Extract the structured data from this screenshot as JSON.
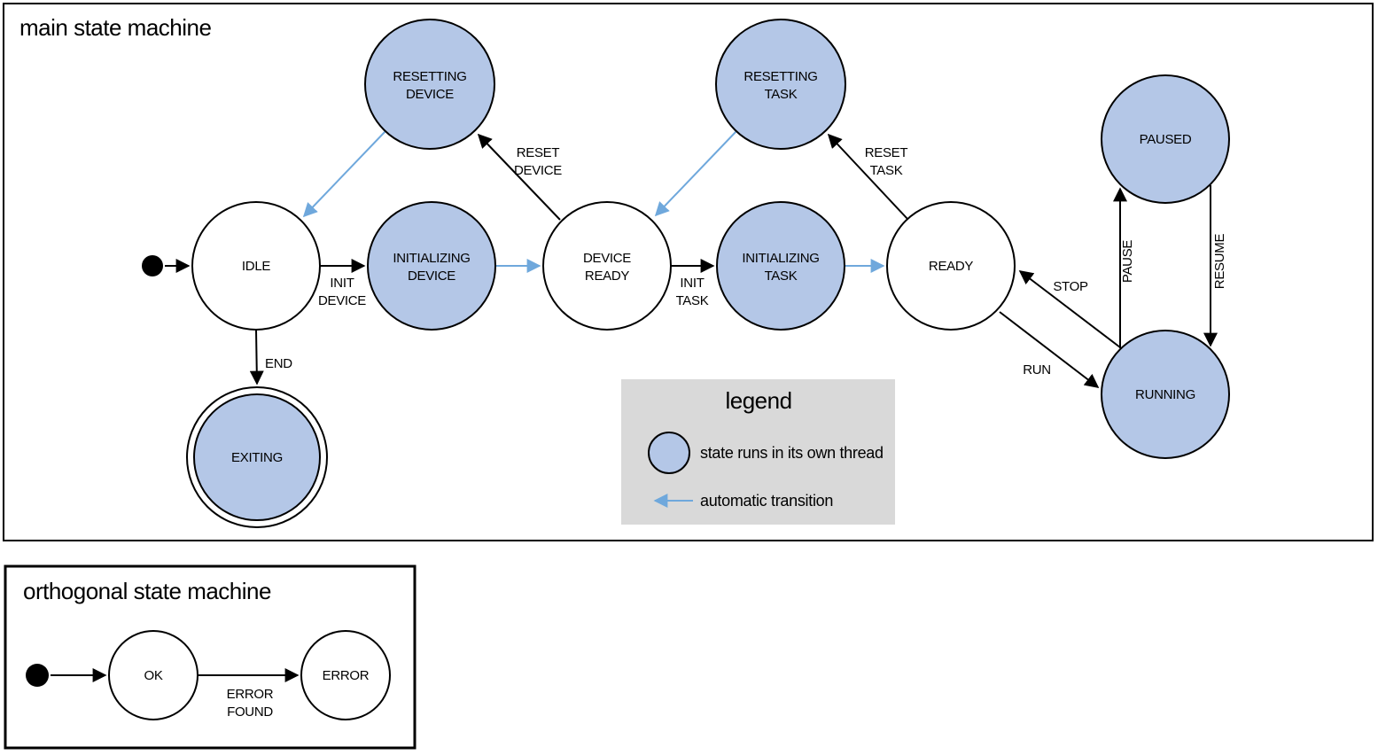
{
  "colors": {
    "threaded_state_fill": "#b4c7e7",
    "plain_state_fill": "#ffffff",
    "automatic_transition_blue": "#6fa8dc",
    "legend_background": "#d9d9d9",
    "outline": "#000000"
  },
  "main_machine": {
    "title": "main state machine",
    "states": {
      "idle": {
        "label": "IDLE"
      },
      "resetting_device": {
        "line1": "RESETTING",
        "line2": "DEVICE"
      },
      "initializing_device": {
        "line1": "INITIALIZING",
        "line2": "DEVICE"
      },
      "device_ready": {
        "line1": "DEVICE",
        "line2": "READY"
      },
      "resetting_task": {
        "line1": "RESETTING",
        "line2": "TASK"
      },
      "initializing_task": {
        "line1": "INITIALIZING",
        "line2": "TASK"
      },
      "ready": {
        "label": "READY"
      },
      "paused": {
        "label": "PAUSED"
      },
      "running": {
        "label": "RUNNING"
      },
      "exiting": {
        "label": "EXITING"
      }
    },
    "transitions": {
      "init_device": {
        "line1": "INIT",
        "line2": "DEVICE"
      },
      "reset_device": {
        "line1": "RESET",
        "line2": "DEVICE"
      },
      "init_task": {
        "line1": "INIT",
        "line2": "TASK"
      },
      "reset_task": {
        "line1": "RESET",
        "line2": "TASK"
      },
      "end": {
        "label": "END"
      },
      "run": {
        "label": "RUN"
      },
      "stop": {
        "label": "STOP"
      },
      "pause": {
        "label": "PAUSE"
      },
      "resume": {
        "label": "RESUME"
      }
    }
  },
  "legend": {
    "title": "legend",
    "threaded_state_label": "state runs in its own thread",
    "automatic_transition_label": "automatic transition"
  },
  "orthogonal_machine": {
    "title": "orthogonal state machine",
    "states": {
      "ok": {
        "label": "OK"
      },
      "error": {
        "label": "ERROR"
      }
    },
    "transitions": {
      "error_found": {
        "line1": "ERROR",
        "line2": "FOUND"
      }
    }
  }
}
